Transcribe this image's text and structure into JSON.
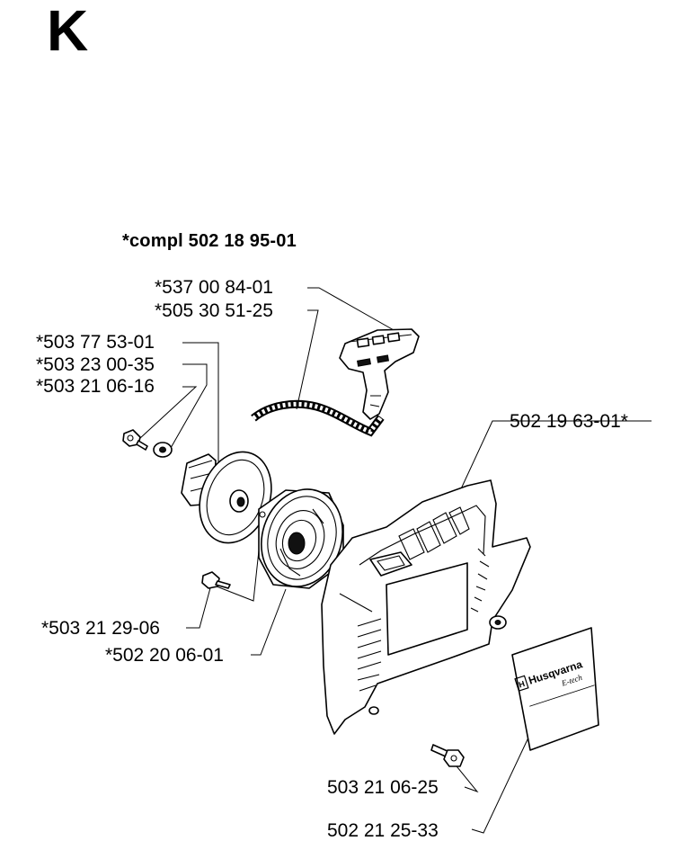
{
  "diagram": {
    "section_letter": "K",
    "assembly_title": "*compl 502 18 95-01",
    "logo": {
      "brand": "Husqvarna",
      "model": "E-tech"
    },
    "parts": [
      {
        "id": "handle",
        "label": "*537 00 84-01"
      },
      {
        "id": "cord",
        "label": "*505 30 51-25"
      },
      {
        "id": "pulley",
        "label": "*503 77 53-01"
      },
      {
        "id": "washer",
        "label": "*503 23 00-35"
      },
      {
        "id": "center-screw",
        "label": "*503 21 06-16"
      },
      {
        "id": "cover",
        "label": "502 19 63-01*"
      },
      {
        "id": "housing-screw",
        "label": "*503 21 29-06"
      },
      {
        "id": "spring-housing",
        "label": "*502 20 06-01"
      },
      {
        "id": "cover-screw",
        "label": "503 21 06-25"
      },
      {
        "id": "decal",
        "label": "502 21 25-33"
      }
    ]
  }
}
